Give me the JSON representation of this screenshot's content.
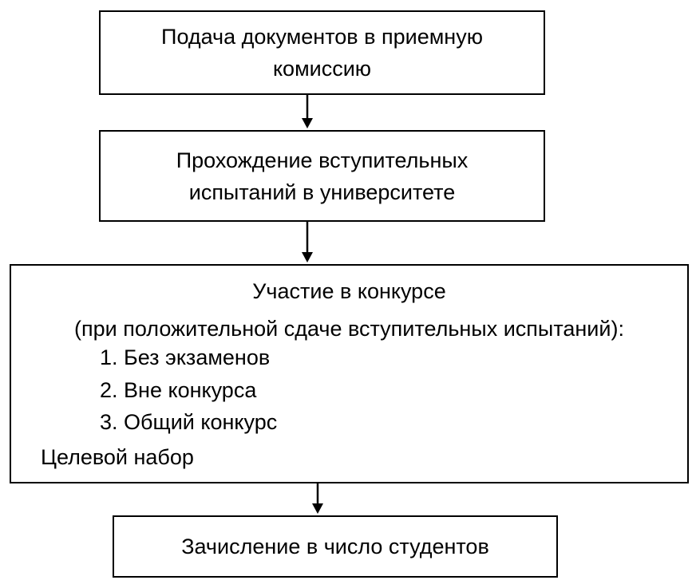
{
  "flowchart": {
    "step1": {
      "line1": "Подача документов в приемную",
      "line2": "комиссию"
    },
    "step2": {
      "line1": "Прохождение вступительных",
      "line2": "испытаний в университете"
    },
    "step3": {
      "title": "Участие в конкурсе",
      "subtitle": "(при положительной сдаче вступительных испытаний):",
      "items": [
        "1. Без экзаменов",
        "2. Вне конкурса",
        "3. Общий конкурс"
      ],
      "extra": "Целевой набор"
    },
    "step4": {
      "line1": "Зачисление в число студентов"
    }
  },
  "colors": {
    "stroke": "#000000",
    "background": "#ffffff"
  }
}
